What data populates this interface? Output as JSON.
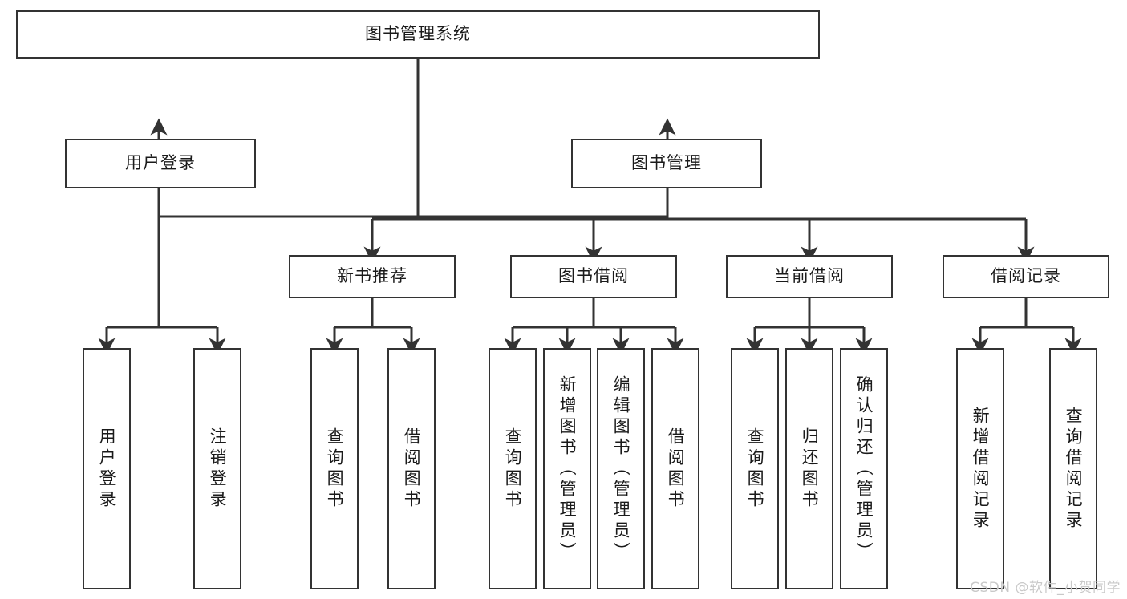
{
  "diagram": {
    "title": "图书管理系统",
    "type": "tree-hierarchy-diagram",
    "colors": {
      "box_border": "#333333",
      "box_fill": "#ffffff",
      "edge": "#333333",
      "text": "#1a1a1a",
      "watermark": "#c9c9c9",
      "background": "#ffffff"
    }
  },
  "watermark": {
    "text": "CSDN @软件_小贺同学"
  },
  "nodes": {
    "root": {
      "label": "图书管理系统"
    },
    "level1": [
      {
        "label": "用户登录"
      },
      {
        "label": "图书管理"
      }
    ],
    "level2": [
      {
        "label": "新书推荐"
      },
      {
        "label": "图书借阅"
      },
      {
        "label": "当前借阅"
      },
      {
        "label": "借阅记录"
      }
    ],
    "leaves": {
      "user_login": [
        {
          "label": "用户登录"
        },
        {
          "label": "注销登录"
        }
      ],
      "new_book_recommend": [
        {
          "label": "查询图书"
        },
        {
          "label": "借阅图书"
        }
      ],
      "book_borrow": [
        {
          "label": "查询图书"
        },
        {
          "label": "新增图书（管理员）"
        },
        {
          "label": "编辑图书（管理员）"
        },
        {
          "label": "借阅图书"
        }
      ],
      "current_borrow": [
        {
          "label": "查询图书"
        },
        {
          "label": "归还图书"
        },
        {
          "label": "确认归还（管理员）"
        }
      ],
      "borrow_record": [
        {
          "label": "新增借阅记录"
        },
        {
          "label": "查询借阅记录"
        }
      ]
    }
  }
}
